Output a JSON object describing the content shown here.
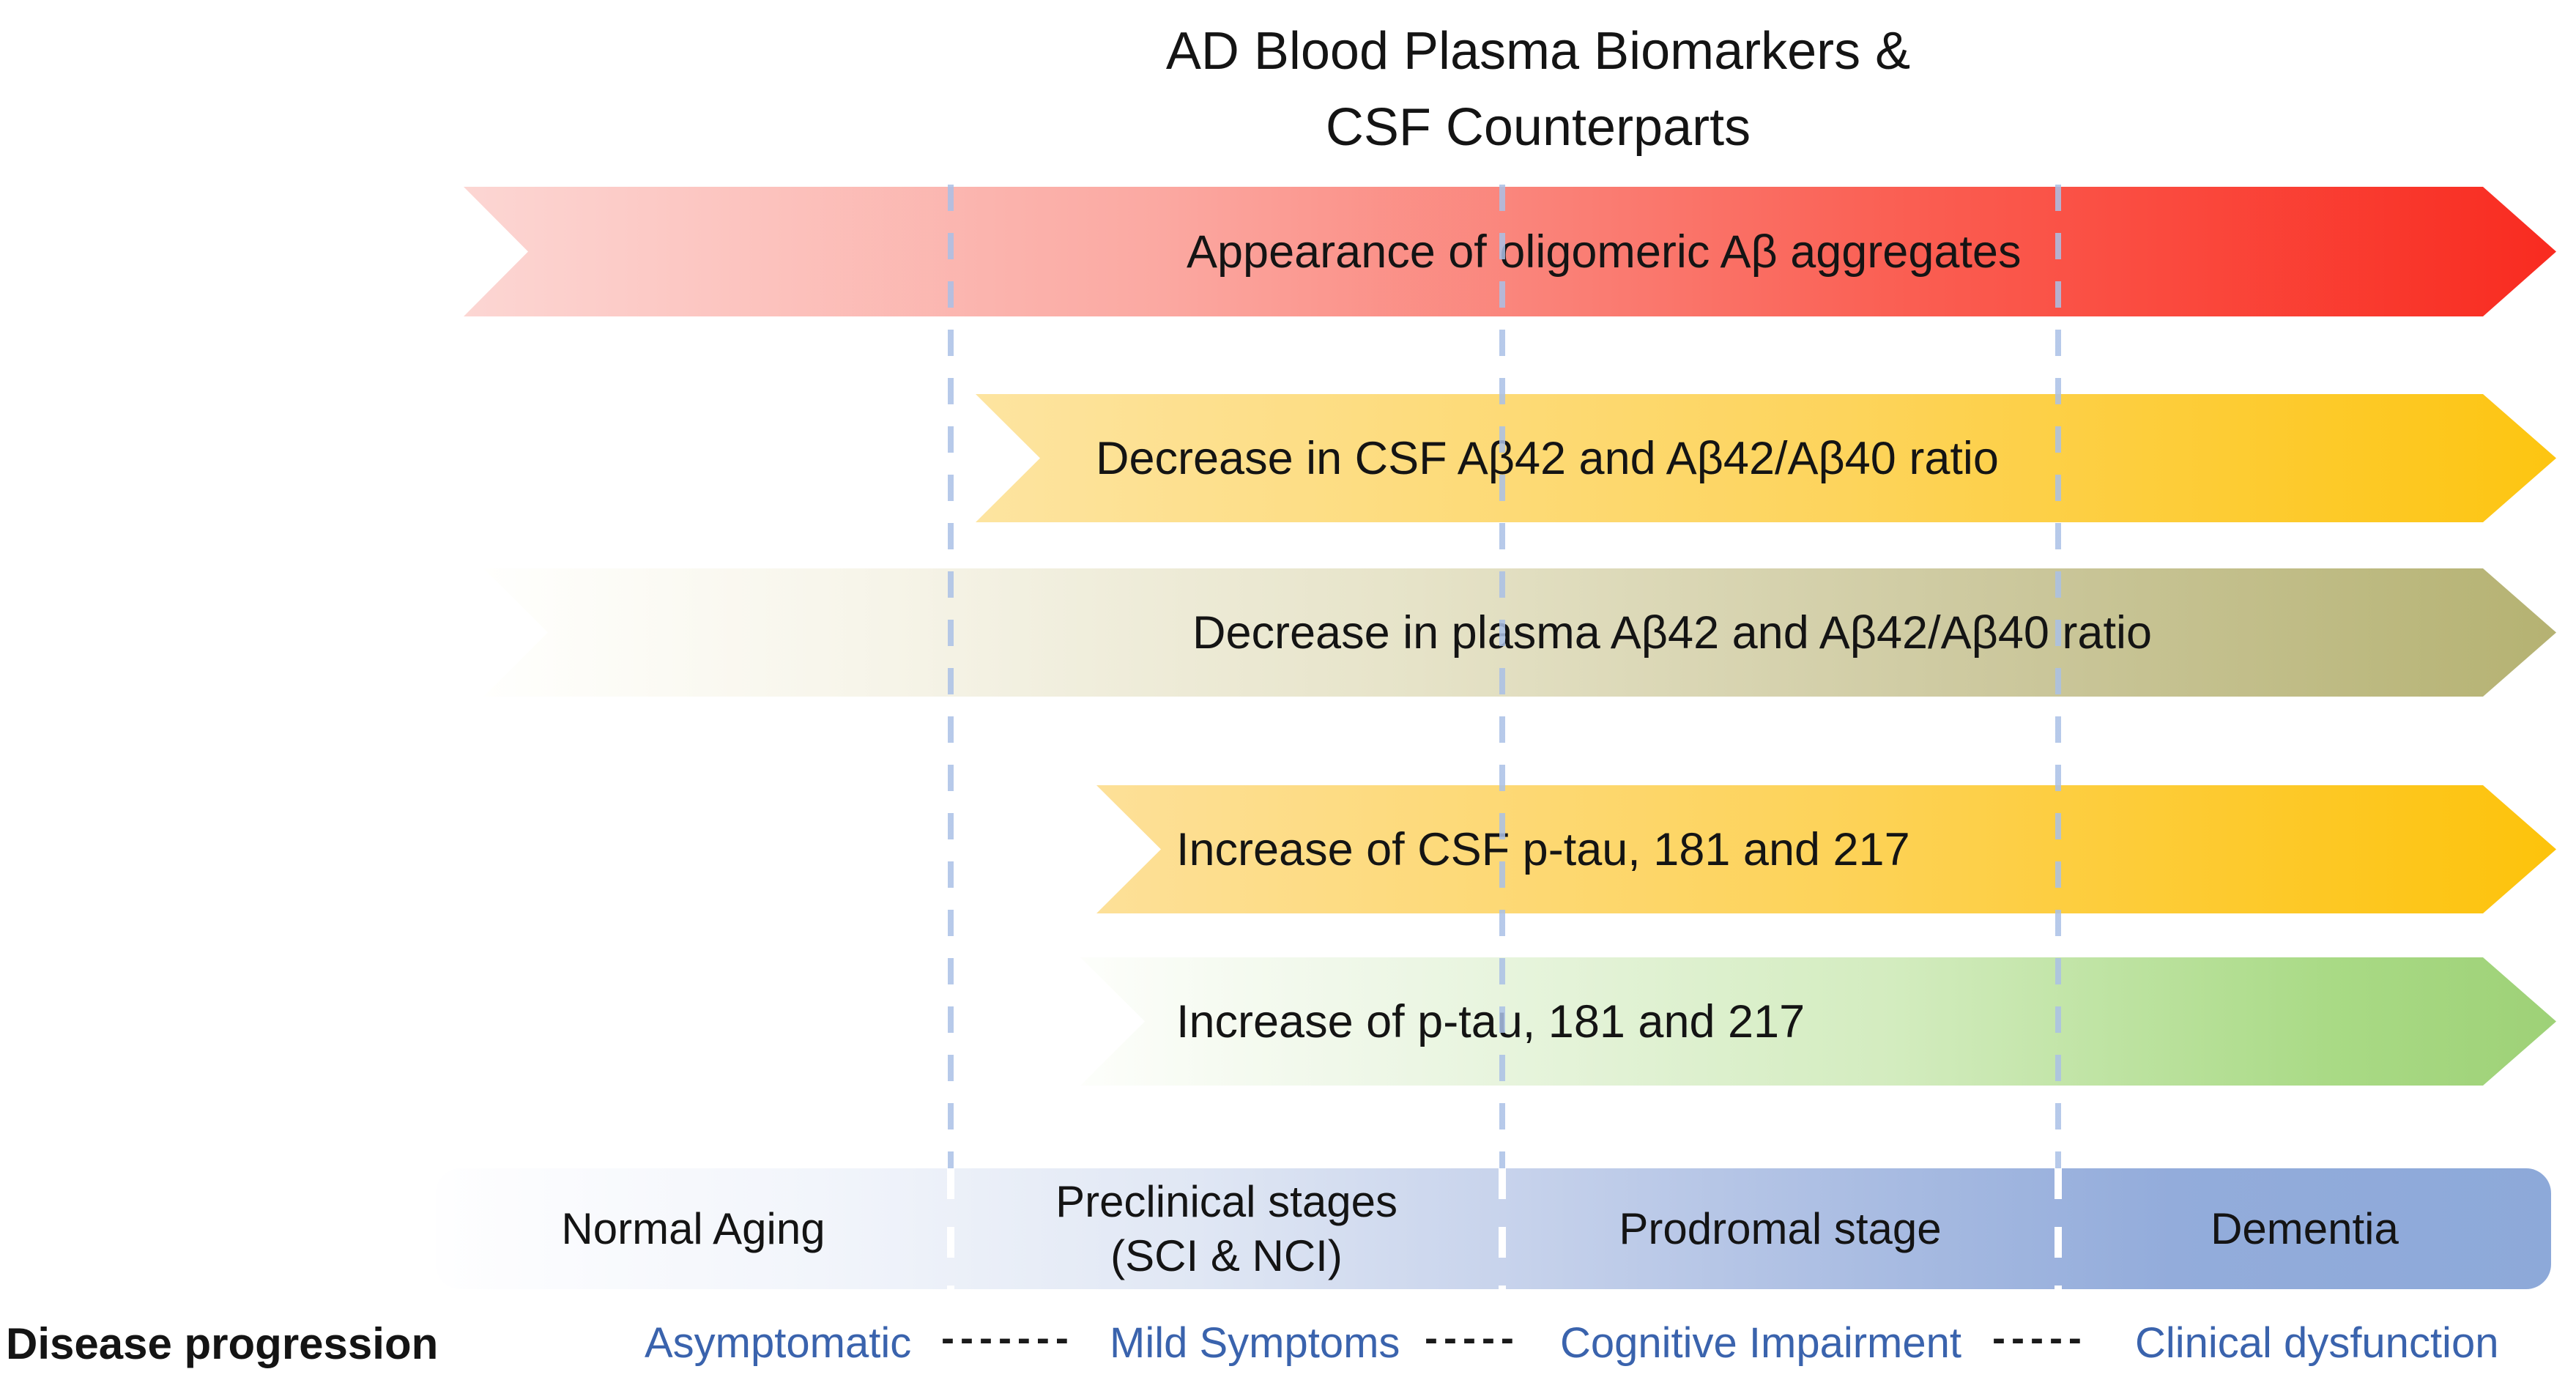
{
  "title": {
    "line1": "AD Blood Plasma Biomarkers &",
    "line2": "CSF Counterparts"
  },
  "biomarker_arrows": [
    {
      "label": "Appearance of oligomeric Aβ aggregates",
      "gradient_start": "#fcd6d3",
      "gradient_end": "#f92b20"
    },
    {
      "label": "Decrease in CSF Aβ42 and Aβ42/Aβ40 ratio",
      "gradient_start": "#fde4a0",
      "gradient_end": "#fdc511"
    },
    {
      "label": "Decrease in plasma Aβ42 and Aβ42/Aβ40 ratio",
      "gradient_start": "#fffffd",
      "gradient_end": "#b5b272"
    },
    {
      "label": "Increase of CSF p-tau, 181 and 217",
      "gradient_start": "#fde098",
      "gradient_end": "#fdc30b"
    },
    {
      "label": "Increase of p-tau, 181 and 217",
      "gradient_start": "#fdfefb",
      "gradient_end": "#9ed177"
    }
  ],
  "stage_bar": {
    "gradient_start": "#fefeff",
    "gradient_end": "#8da9d9",
    "stages": [
      {
        "label": "Normal Aging",
        "label2": ""
      },
      {
        "label": "Preclinical stages",
        "label2": "(SCI & NCI)"
      },
      {
        "label": "Prodromal stage",
        "label2": ""
      },
      {
        "label": "Dementia",
        "label2": ""
      }
    ]
  },
  "progression": {
    "axis_label": "Disease progression",
    "phases": [
      "Asymptomatic",
      "Mild Symptoms",
      "Cognitive Impairment",
      "Clinical dysfunction"
    ],
    "dashes": [
      "-------",
      "-----",
      "-----"
    ],
    "phase_text_color": "#3a63ad"
  },
  "guide_line_color": "#aac0e6"
}
